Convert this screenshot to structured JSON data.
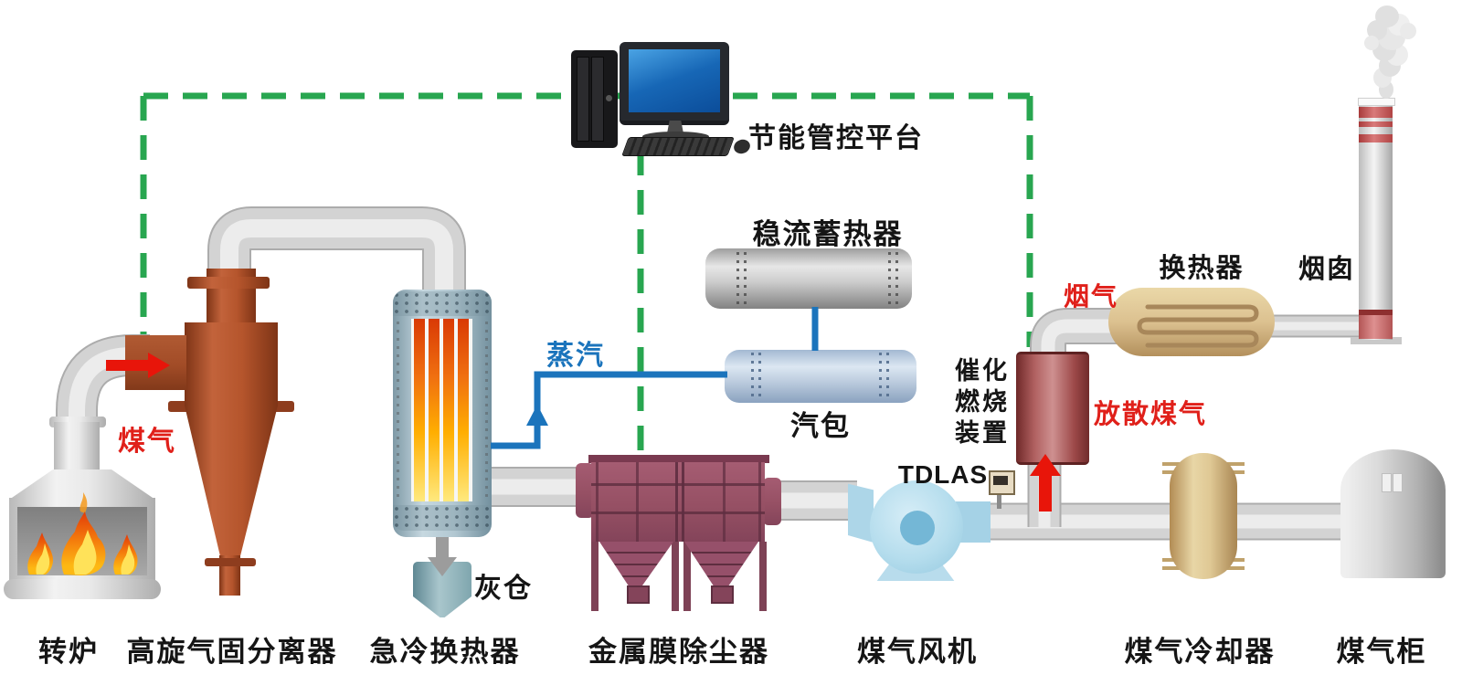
{
  "diagram_type": "converter-gas-recovery-process-flow",
  "platform": {
    "label": "节能管控平台"
  },
  "equipment_labels": {
    "converter": "转炉",
    "cyclone": "高旋气固分离器",
    "quench": "急冷换热器",
    "dust": "金属膜除尘器",
    "fan": "煤气风机",
    "cooler": "煤气冷却器",
    "holder": "煤气柜",
    "regenerator": "稳流蓄热器",
    "drum": "汽包",
    "catalytic": "催化\n燃烧\n装置",
    "hx": "换热器",
    "chimney": "烟囱",
    "ash": "灰仓",
    "tdlas": "TDLAS"
  },
  "stream_labels": {
    "coal_gas": "煤气",
    "steam": "蒸汽",
    "flue_gas": "烟气",
    "vent_gas": "放散煤气"
  },
  "colors": {
    "control_dashed_line": "#28A650",
    "steam_line": "#1B74BC",
    "stream_text_red": "#E0201A",
    "cyclone_body": "#B5552C",
    "dust_collector": "#96506A",
    "fan_body": "#B5DDED",
    "catalytic_device": "#9C4848",
    "tan_equipment": "#D9C08F",
    "pipe_gray": "#D3D3D3"
  }
}
